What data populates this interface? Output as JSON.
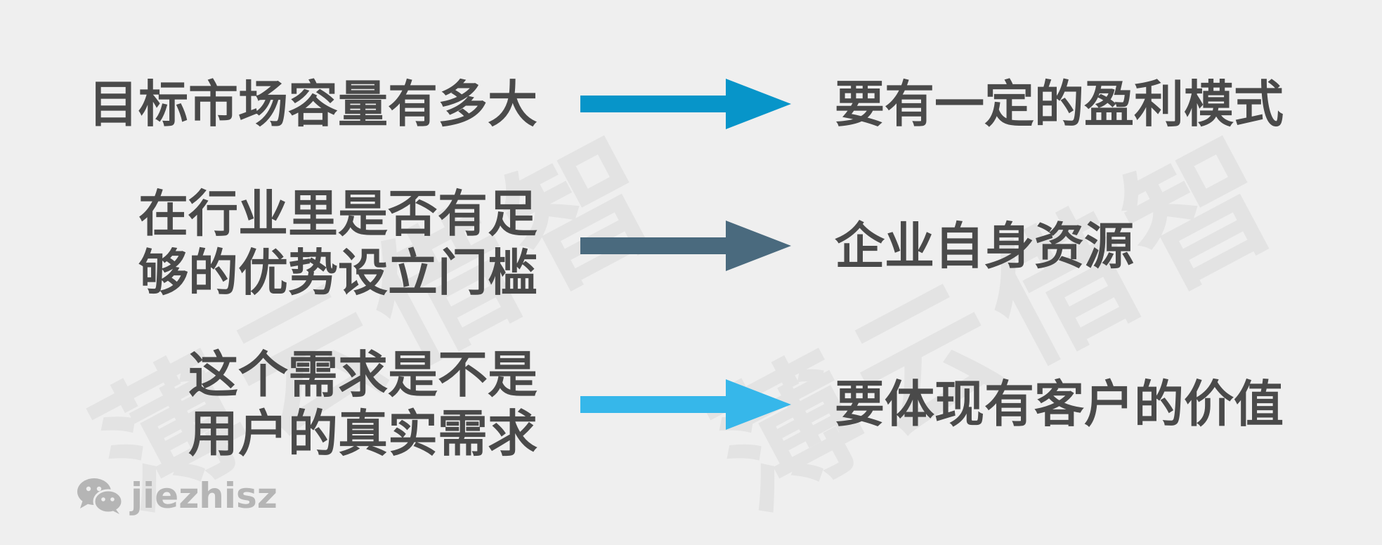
{
  "watermark": {
    "text": "薄云借智"
  },
  "rows": [
    {
      "left_lines": [
        "目标市场容量有多大"
      ],
      "right": "要有一定的盈利模式",
      "arrow_color": "#0795c9"
    },
    {
      "left_lines": [
        "在行业里是否有足",
        "够的优势设立门槛"
      ],
      "right": "企业自身资源",
      "arrow_color": "#4a6a7e"
    },
    {
      "left_lines": [
        "这个需求是不是",
        "用户的真实需求"
      ],
      "right": "要体现有客户的价值",
      "arrow_color": "#36b7ea"
    }
  ],
  "brand": {
    "icon": "wechat-icon",
    "text": "jiezhisz"
  }
}
